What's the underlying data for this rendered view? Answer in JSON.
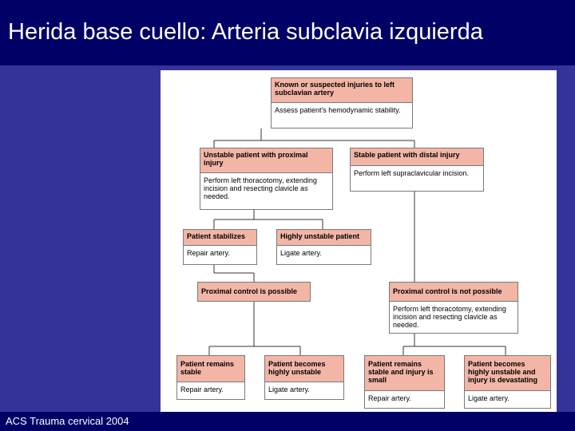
{
  "slide": {
    "title": "Herida base cuello: Arteria subclavia izquierda",
    "footer": "ACS Trauma cervical 2004"
  },
  "colors": {
    "background": "#333399",
    "title_bar": "#000066",
    "node_header": "#f2b5a6",
    "panel": "#ffffff"
  },
  "nodes": {
    "root": {
      "head": "Known or suspected injuries to left subclavian artery",
      "body": "Assess patient's hemodynamic stability."
    },
    "unstable": {
      "head": "Unstable patient with proximal injury",
      "body": "Perform left thoracotomy, extending incision and resecting clavicle as needed."
    },
    "stable": {
      "head": "Stable patient with distal injury",
      "body": "Perform left supraclavicular incision."
    },
    "stabilizes": {
      "head": "Patient stabilizes",
      "body": "Repair artery."
    },
    "highly_unstable": {
      "head": "Highly unstable patient",
      "body": "Ligate artery."
    },
    "prox_possible": {
      "head": "Proximal control is possible",
      "body": ""
    },
    "prox_not_possible": {
      "head": "Proximal control is not possible",
      "body": "Perform left thoracotomy, extending incision and resecting clavicle as needed."
    },
    "remains_stable": {
      "head": "Patient remains stable",
      "body": "Repair artery."
    },
    "becomes_unstable": {
      "head": "Patient becomes highly unstable",
      "body": "Ligate artery."
    },
    "stable_small": {
      "head": "Patient remains stable and injury is small",
      "body": "Repair artery."
    },
    "unstable_devastating": {
      "head": "Patient becomes highly unstable and injury is devastating",
      "body": "Ligate artery."
    }
  }
}
